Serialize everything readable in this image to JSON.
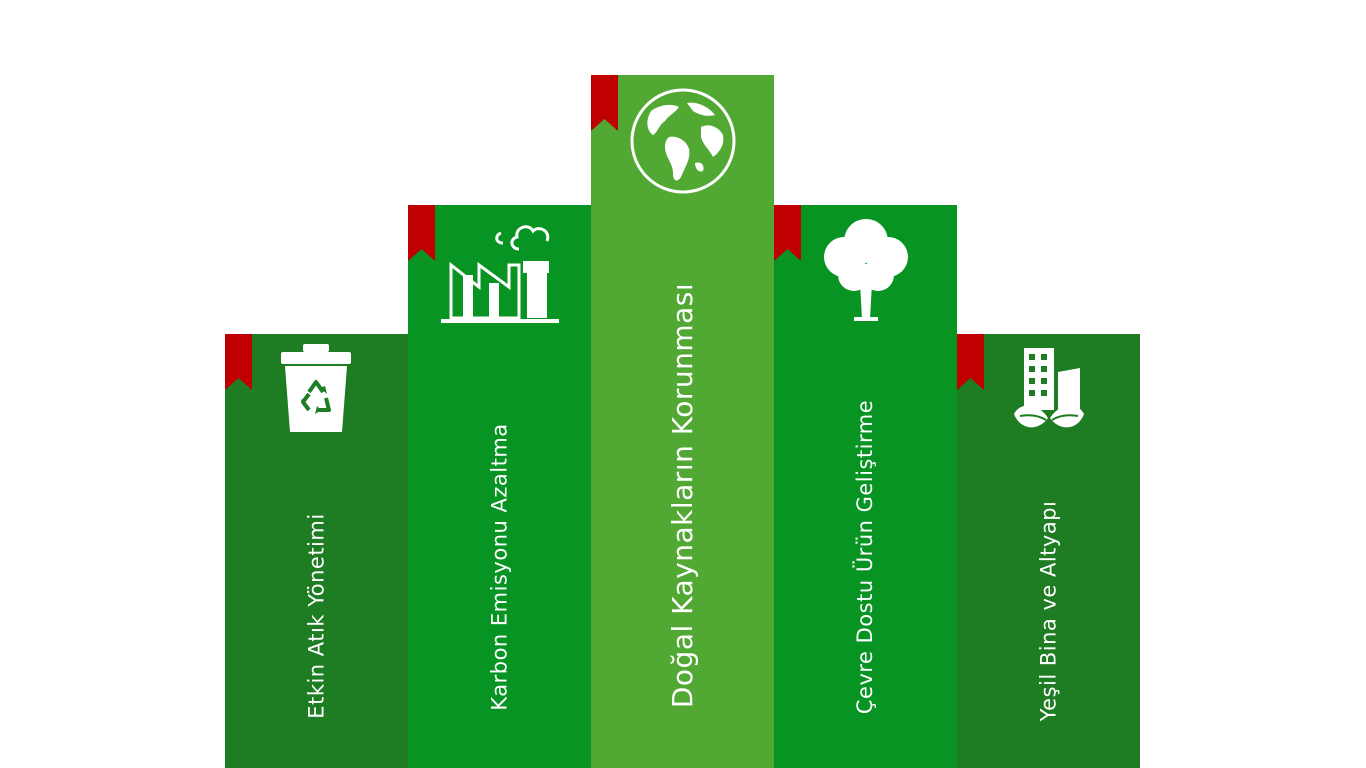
{
  "columns": [
    {
      "label": "Etkin Atık Yönetimi",
      "icon": "recycle-bin-icon",
      "color": "#1e7c22"
    },
    {
      "label": "Karbon Emisyonu Azaltma",
      "icon": "factory-emission-icon",
      "color": "#079423"
    },
    {
      "label": "Doğal Kaynakların Korunması",
      "icon": "globe-icon",
      "color": "#51a832"
    },
    {
      "label": "Çevre Dostu Ürün Geliştirme",
      "icon": "tree-icon",
      "color": "#079423"
    },
    {
      "label": "Yeşil Bina ve Altyapı",
      "icon": "green-building-icon",
      "color": "#1e7c22"
    }
  ],
  "colors": {
    "ribbon": "#c00000",
    "icon": "#ffffff"
  }
}
